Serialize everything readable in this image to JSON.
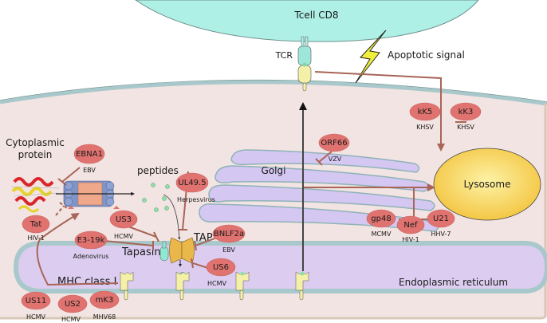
{
  "tcell": {
    "label": "Tcell CD8"
  },
  "tcr": {
    "label": "TCR"
  },
  "apoptotic_signal": {
    "label": "Apoptotic signal"
  },
  "cytoplasmic_protein": {
    "line1": "Cytoplasmic",
    "line2": "protein"
  },
  "peptides": {
    "label": "peptides"
  },
  "golgi": {
    "label": "Golgi"
  },
  "lysosome": {
    "label": "Lysosome"
  },
  "tap": {
    "label": "TAP"
  },
  "tapasin": {
    "label": "Tapasin"
  },
  "mhc": {
    "label": "MHC class I"
  },
  "er": {
    "label": "Endoplasmic reticulum"
  },
  "viral_proteins": [
    {
      "name": "EBNA1",
      "virus": "EBV"
    },
    {
      "name": "Tat",
      "virus": "HIV-1"
    },
    {
      "name": "US3",
      "virus": "HCMV"
    },
    {
      "name": "E3-19k",
      "virus": "Adenovirus"
    },
    {
      "name": "UL49.5",
      "virus": "Herpesvirus"
    },
    {
      "name": "BNLF2a",
      "virus": "EBV"
    },
    {
      "name": "US6",
      "virus": "HCMV"
    },
    {
      "name": "US11",
      "virus": "HCMV"
    },
    {
      "name": "US2",
      "virus": "HCMV"
    },
    {
      "name": "mK3",
      "virus": "MHV68"
    },
    {
      "name": "ORF66",
      "virus": "VZV"
    },
    {
      "name": "kK5",
      "virus": "KHSV"
    },
    {
      "name": "kK3",
      "virus": "KHSV"
    },
    {
      "name": "gp48",
      "virus": "MCMV"
    },
    {
      "name": "Nef",
      "virus": "HIV-1"
    },
    {
      "name": "U21",
      "virus": "HHV-7"
    }
  ],
  "colors": {
    "tcell_fill": "#aef0e6",
    "cell_fill": "#f2e4e2",
    "membrane": "#a9c8cb",
    "er_fill": "#dccdf0",
    "viral_protein": "#e07370",
    "lysosome": "#f6cf4a",
    "arrow": "#a86558"
  }
}
